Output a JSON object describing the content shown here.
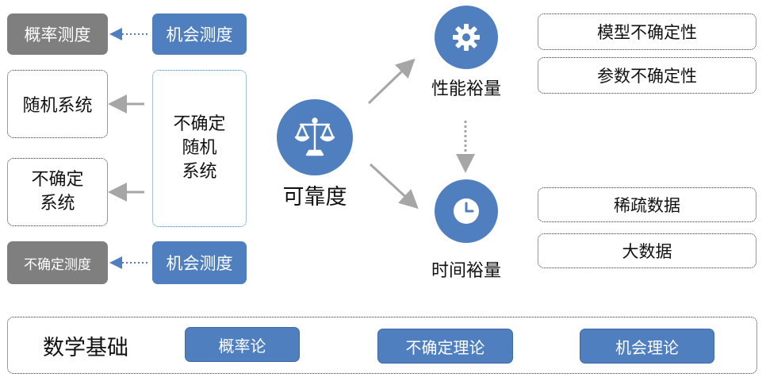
{
  "left": {
    "prob_measure": "概率测度",
    "chance_measure_top": "机会测度",
    "random_system": "随机系统",
    "uncertain_system": "不确定\n系统",
    "uncertain_random_system": "不确定\n随机\n系统",
    "uncertain_measure": "不确定测度",
    "chance_measure_bottom": "机会测度"
  },
  "center": {
    "reliability": "可靠度"
  },
  "right": {
    "performance_margin": "性能裕量",
    "time_margin": "时间裕量",
    "model_uncertainty": "模型不确定性",
    "parameter_uncertainty": "参数不确定性",
    "sparse_data": "稀疏数据",
    "big_data": "大数据"
  },
  "foundation": {
    "title": "数学基础",
    "items": [
      "概率论",
      "不确定理论",
      "机会理论"
    ]
  },
  "icons": {
    "reliability": "scales-icon",
    "performance": "gear-icon",
    "time": "clock-icon"
  },
  "colors": {
    "blue": "#4f7fbe",
    "gray": "#7f7f7f",
    "arrow": "#a6a6a6"
  }
}
